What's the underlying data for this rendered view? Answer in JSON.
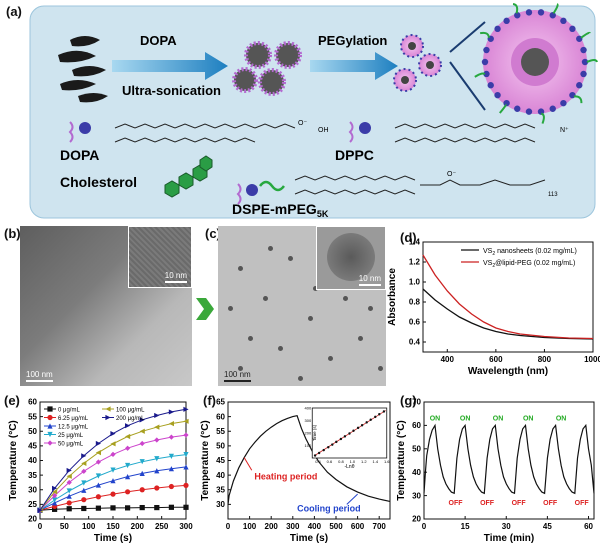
{
  "panels": {
    "a": {
      "label": "(a)",
      "step1": "DOPA",
      "step1b": "Ultra-sonication",
      "step2": "PEGylation",
      "lipids": [
        {
          "name": "DOPA"
        },
        {
          "name": "DPPC"
        },
        {
          "name": "Cholesterol"
        },
        {
          "name": "DSPE-mPEG",
          "subscript": "5K"
        }
      ],
      "chem_labels": {
        "o_minus": "O⁻",
        "oh": "OH",
        "nplus": "N⁺",
        "count": "113",
        "o_neg2": "O⁻"
      },
      "colors": {
        "panel_bg": "#cfe4ef",
        "arrow": "#2a8ec9",
        "shell": "#e59be1",
        "head": "#3b3ca8",
        "peg": "#27a83f",
        "cholesterol": "#2a9d45"
      }
    },
    "b": {
      "label": "(b)",
      "scale_main": "100 nm",
      "scale_inset": "10 nm"
    },
    "c": {
      "label": "(c)",
      "scale_main": "100 nm",
      "scale_inset": "10 nm"
    },
    "d": {
      "label": "(d)"
    },
    "e": {
      "label": "(e)"
    },
    "f": {
      "label": "(f)",
      "heating_label": "Heating period",
      "cooling_label": "Cooling period"
    },
    "g": {
      "label": "(g)",
      "on_label": "ON",
      "off_label": "OFF"
    }
  },
  "chart_data": [
    {
      "id": "d",
      "type": "line",
      "xlabel": "Wavelength (nm)",
      "ylabel": "Absorbance",
      "xlim": [
        300,
        1000
      ],
      "ylim": [
        0.3,
        1.4
      ],
      "xticks": [
        400,
        600,
        800,
        1000
      ],
      "yticks": [
        0.4,
        0.6,
        0.8,
        1.0,
        1.2,
        1.4
      ],
      "legend_position": "top-right",
      "series": [
        {
          "name_main": "VS",
          "name_sub": "2",
          "name_rest": " nanosheets (0.02 mg/mL)",
          "color": "#111111",
          "x": [
            300,
            350,
            400,
            450,
            500,
            550,
            600,
            650,
            700,
            800,
            900,
            1000
          ],
          "y": [
            0.93,
            0.82,
            0.73,
            0.65,
            0.59,
            0.54,
            0.505,
            0.48,
            0.465,
            0.445,
            0.435,
            0.43
          ]
        },
        {
          "name_main": "VS",
          "name_sub": "2",
          "name_rest": "@lipid-PEG (0.02 mg/mL)",
          "color": "#cc2222",
          "x": [
            300,
            350,
            400,
            450,
            500,
            550,
            600,
            650,
            700,
            800,
            900,
            1000
          ],
          "y": [
            1.27,
            1.07,
            0.91,
            0.78,
            0.68,
            0.6,
            0.54,
            0.505,
            0.48,
            0.455,
            0.44,
            0.435
          ]
        }
      ]
    },
    {
      "id": "e",
      "type": "line",
      "xlabel": "Time (s)",
      "ylabel": "Temperature (°C)",
      "xlim": [
        0,
        300
      ],
      "ylim": [
        20,
        60
      ],
      "xticks": [
        0,
        50,
        100,
        150,
        200,
        250,
        300
      ],
      "yticks": [
        20,
        25,
        30,
        35,
        40,
        45,
        50,
        55,
        60
      ],
      "legend_position": "top-left",
      "x": [
        0,
        30,
        60,
        90,
        120,
        150,
        180,
        210,
        240,
        270,
        300
      ],
      "series": [
        {
          "name": "0 μg/mL",
          "color": "#111111",
          "marker": "square",
          "values": [
            23,
            23.3,
            23.5,
            23.6,
            23.7,
            23.8,
            23.8,
            23.9,
            23.9,
            24,
            24
          ]
        },
        {
          "name": "6.25 μg/mL",
          "color": "#dd2222",
          "marker": "circle",
          "values": [
            23,
            24.3,
            25.5,
            26.6,
            27.6,
            28.5,
            29.3,
            30,
            30.6,
            31.1,
            31.5
          ]
        },
        {
          "name": "12.5 μg/mL",
          "color": "#2244cc",
          "marker": "triangle",
          "values": [
            23,
            25.5,
            27.8,
            29.8,
            31.6,
            33.1,
            34.5,
            35.6,
            36.5,
            37.2,
            37.8
          ]
        },
        {
          "name": "25 μg/mL",
          "color": "#22aacc",
          "marker": "triangle-down",
          "values": [
            23,
            26.5,
            29.6,
            32.3,
            34.7,
            36.7,
            38.3,
            39.6,
            40.6,
            41.4,
            42
          ]
        },
        {
          "name": "50 μg/mL",
          "color": "#cc44cc",
          "marker": "diamond",
          "values": [
            23,
            28,
            32.5,
            36.3,
            39.5,
            42.1,
            44.2,
            45.8,
            47,
            48,
            48.7
          ]
        },
        {
          "name": "100 μg/mL",
          "color": "#a8a020",
          "marker": "triangle-left",
          "values": [
            23,
            29.3,
            34.6,
            39,
            42.7,
            45.7,
            48.2,
            50,
            51.4,
            52.6,
            53.4
          ]
        },
        {
          "name": "200 μg/mL",
          "color": "#1a1a8c",
          "marker": "triangle-right",
          "values": [
            23,
            30.5,
            36.6,
            41.6,
            45.8,
            49.2,
            51.9,
            53.9,
            55.4,
            56.6,
            57.5
          ]
        }
      ]
    },
    {
      "id": "f",
      "type": "line",
      "xlabel": "Time (s)",
      "ylabel": "Temperature (°C)",
      "xlim": [
        0,
        750
      ],
      "ylim": [
        25,
        65
      ],
      "xticks": [
        0,
        100,
        200,
        300,
        400,
        500,
        600,
        700
      ],
      "yticks": [
        30,
        35,
        40,
        45,
        50,
        55,
        60,
        65
      ],
      "x": [
        0,
        5,
        25,
        50,
        75,
        100,
        125,
        150,
        175,
        200,
        225,
        250,
        275,
        300,
        320,
        340,
        360,
        390,
        420,
        460,
        500,
        550,
        600,
        650,
        700,
        750
      ],
      "values": [
        30,
        33,
        38,
        42.5,
        46,
        49,
        51.3,
        53.3,
        55,
        56.4,
        57.6,
        58.6,
        59.4,
        60,
        60.3,
        56,
        52.5,
        48.2,
        44.6,
        41,
        38.5,
        36,
        34.2,
        32.8,
        31.8,
        31
      ],
      "inset": {
        "xlabel": "-Lnθ",
        "ylabel": "Time (s)",
        "xlim": [
          0.3,
          1.6
        ],
        "ylim": [
          0,
          400
        ],
        "xticks": [
          0.4,
          0.6,
          0.8,
          1.0,
          1.2,
          1.4,
          1.6
        ],
        "yticks": [
          100,
          200,
          300,
          400
        ],
        "x": [
          0.35,
          0.42,
          0.5,
          0.58,
          0.65,
          0.72,
          0.8,
          0.87,
          0.95,
          1.02,
          1.1,
          1.17,
          1.25,
          1.32,
          1.4,
          1.47,
          1.55
        ],
        "values": [
          20,
          40,
          63,
          86,
          107,
          129,
          152,
          173,
          196,
          218,
          241,
          262,
          285,
          306,
          329,
          350,
          372
        ]
      }
    },
    {
      "id": "g",
      "type": "line",
      "xlabel": "Time (min)",
      "ylabel": "Temperature (°C)",
      "xlim": [
        0,
        62
      ],
      "ylim": [
        20,
        70
      ],
      "xticks": [
        0,
        15,
        30,
        45,
        60
      ],
      "yticks": [
        20,
        30,
        40,
        50,
        60,
        70
      ],
      "x": [
        0,
        0.5,
        1,
        2,
        3,
        4,
        5,
        6,
        7,
        8,
        9,
        10,
        11,
        12,
        13,
        14,
        15,
        16,
        17,
        18,
        19,
        20,
        21,
        22,
        23,
        24,
        25,
        26,
        27,
        28,
        29,
        30,
        31,
        32,
        33,
        34,
        35,
        36,
        37,
        38,
        39,
        40,
        41,
        42,
        43,
        44,
        45,
        46,
        47,
        48,
        49,
        50,
        51,
        52,
        53,
        54,
        55,
        56,
        57,
        58,
        59,
        60,
        61,
        62
      ],
      "values": [
        31,
        40,
        47,
        54,
        58,
        60,
        50,
        43,
        38,
        35,
        33,
        31.5,
        31,
        46,
        54,
        58.5,
        60,
        50,
        43,
        38,
        35,
        33,
        31.5,
        31,
        46,
        54,
        58.5,
        60,
        50,
        43,
        38,
        35,
        33,
        31.5,
        31,
        46,
        54,
        58.5,
        60,
        50,
        43,
        38,
        35,
        33,
        31.5,
        31,
        46,
        54,
        58.5,
        60,
        50,
        43,
        38,
        35,
        33,
        31.5,
        31,
        46,
        54,
        58.5,
        60,
        50,
        43,
        31
      ]
    }
  ]
}
